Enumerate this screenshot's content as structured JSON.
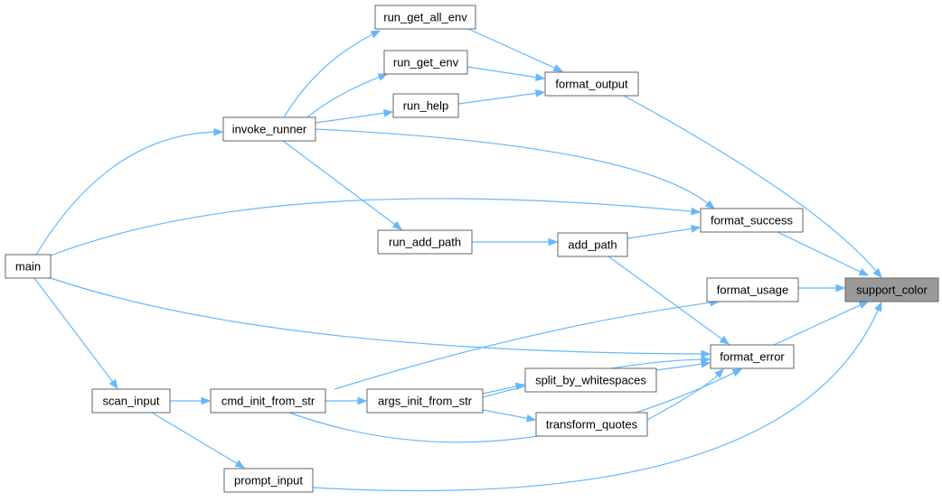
{
  "colors": {
    "edge": "#63b8ff",
    "node_fill": "#ffffff",
    "node_border": "#666666",
    "highlight_fill": "#999999",
    "text": "#000000"
  },
  "highlighted_node": "support_color",
  "nodes": [
    {
      "id": "main",
      "label": "main"
    },
    {
      "id": "invoke_runner",
      "label": "invoke_runner"
    },
    {
      "id": "scan_input",
      "label": "scan_input"
    },
    {
      "id": "prompt_input",
      "label": "prompt_input"
    },
    {
      "id": "cmd_init_from_str",
      "label": "cmd_init_from_str"
    },
    {
      "id": "args_init_from_str",
      "label": "args_init_from_str"
    },
    {
      "id": "run_get_all_env",
      "label": "run_get_all_env"
    },
    {
      "id": "run_get_env",
      "label": "run_get_env"
    },
    {
      "id": "run_help",
      "label": "run_help"
    },
    {
      "id": "run_add_path",
      "label": "run_add_path"
    },
    {
      "id": "add_path",
      "label": "add_path"
    },
    {
      "id": "split_by_whitespaces",
      "label": "split_by_whitespaces"
    },
    {
      "id": "transform_quotes",
      "label": "transform_quotes"
    },
    {
      "id": "format_output",
      "label": "format_output"
    },
    {
      "id": "format_success",
      "label": "format_success"
    },
    {
      "id": "format_usage",
      "label": "format_usage"
    },
    {
      "id": "format_error",
      "label": "format_error"
    },
    {
      "id": "support_color",
      "label": "support_color"
    }
  ],
  "edges": [
    {
      "from": "main",
      "to": "invoke_runner"
    },
    {
      "from": "main",
      "to": "format_success"
    },
    {
      "from": "main",
      "to": "format_error"
    },
    {
      "from": "main",
      "to": "scan_input"
    },
    {
      "from": "invoke_runner",
      "to": "run_get_all_env"
    },
    {
      "from": "invoke_runner",
      "to": "run_get_env"
    },
    {
      "from": "invoke_runner",
      "to": "run_help"
    },
    {
      "from": "invoke_runner",
      "to": "run_add_path"
    },
    {
      "from": "invoke_runner",
      "to": "format_success"
    },
    {
      "from": "run_get_all_env",
      "to": "format_output"
    },
    {
      "from": "run_get_env",
      "to": "format_output"
    },
    {
      "from": "run_help",
      "to": "format_output"
    },
    {
      "from": "run_add_path",
      "to": "add_path"
    },
    {
      "from": "add_path",
      "to": "format_success"
    },
    {
      "from": "add_path",
      "to": "format_error"
    },
    {
      "from": "format_output",
      "to": "support_color"
    },
    {
      "from": "format_success",
      "to": "support_color"
    },
    {
      "from": "format_usage",
      "to": "support_color"
    },
    {
      "from": "format_error",
      "to": "support_color"
    },
    {
      "from": "scan_input",
      "to": "cmd_init_from_str"
    },
    {
      "from": "scan_input",
      "to": "prompt_input"
    },
    {
      "from": "cmd_init_from_str",
      "to": "format_usage"
    },
    {
      "from": "cmd_init_from_str",
      "to": "args_init_from_str"
    },
    {
      "from": "cmd_init_from_str",
      "to": "format_error"
    },
    {
      "from": "args_init_from_str",
      "to": "split_by_whitespaces"
    },
    {
      "from": "args_init_from_str",
      "to": "transform_quotes"
    },
    {
      "from": "args_init_from_str",
      "to": "format_error"
    },
    {
      "from": "split_by_whitespaces",
      "to": "format_error"
    },
    {
      "from": "prompt_input",
      "to": "support_color"
    }
  ]
}
